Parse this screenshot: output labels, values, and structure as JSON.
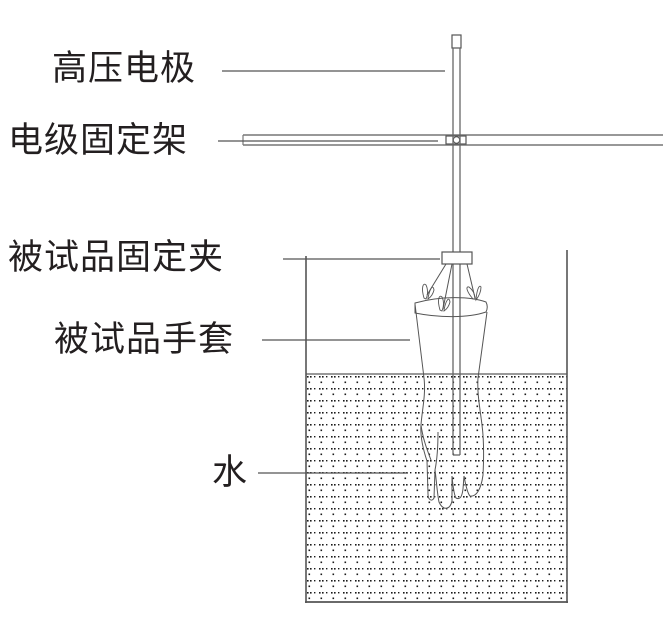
{
  "diagram": {
    "title": "",
    "labels": {
      "electrode": "高压电极",
      "frame": "电级固定架",
      "clip": "被试品固定夹",
      "glove": "被试品手套",
      "water": "水"
    },
    "colors": {
      "line": "#555555",
      "text": "#231f20",
      "dot": "#1a1a1a",
      "background": "#ffffff"
    }
  }
}
